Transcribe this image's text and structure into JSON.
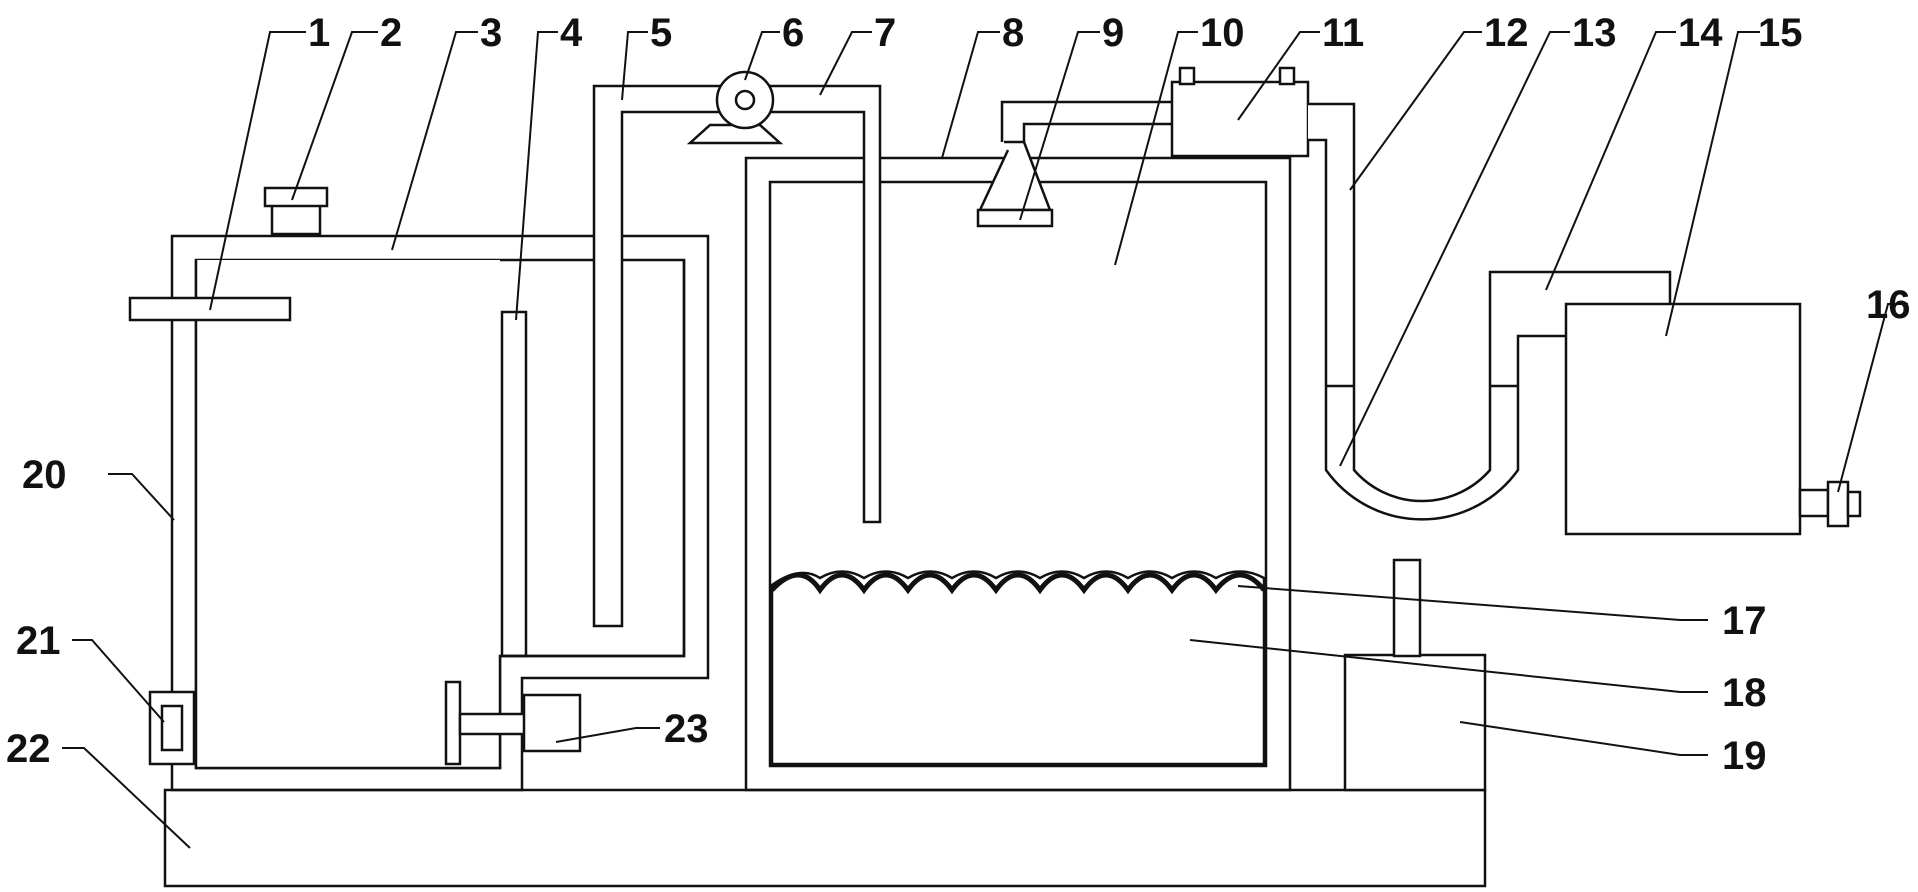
{
  "diagram": {
    "colors": {
      "line": "#111111",
      "background": "#ffffff"
    },
    "labels": [
      "1",
      "2",
      "3",
      "4",
      "5",
      "6",
      "7",
      "8",
      "9",
      "10",
      "11",
      "12",
      "13",
      "14",
      "15",
      "16",
      "17",
      "18",
      "19",
      "20",
      "21",
      "22",
      "23"
    ]
  }
}
